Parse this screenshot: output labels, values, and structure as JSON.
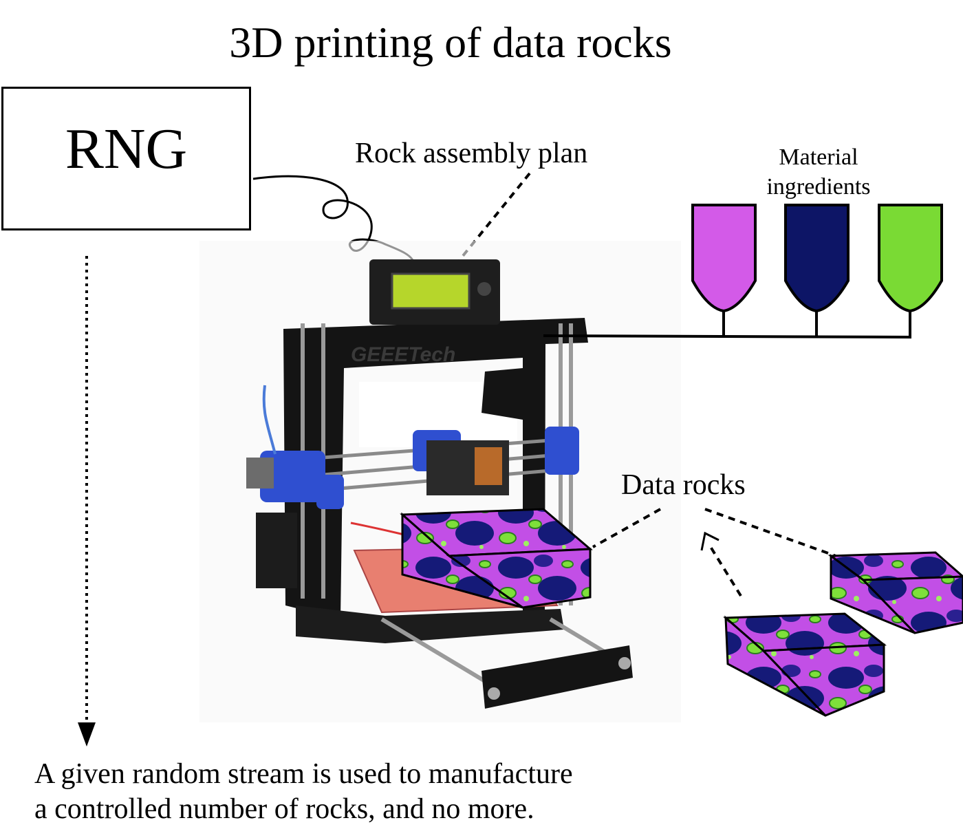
{
  "title": "3D printing of data rocks",
  "rng": {
    "label": "RNG"
  },
  "assembly_plan_label": "Rock assembly plan",
  "material_label": "Material ingredients",
  "material_colors": [
    "#d35ae8",
    "#0d1566",
    "#7ada34"
  ],
  "data_rocks_label": "Data rocks",
  "printer_brand": "GEEETech",
  "caption": {
    "line1": "A given random stream is used to manufacture",
    "line2": "a controlled number of rocks, and no more."
  }
}
